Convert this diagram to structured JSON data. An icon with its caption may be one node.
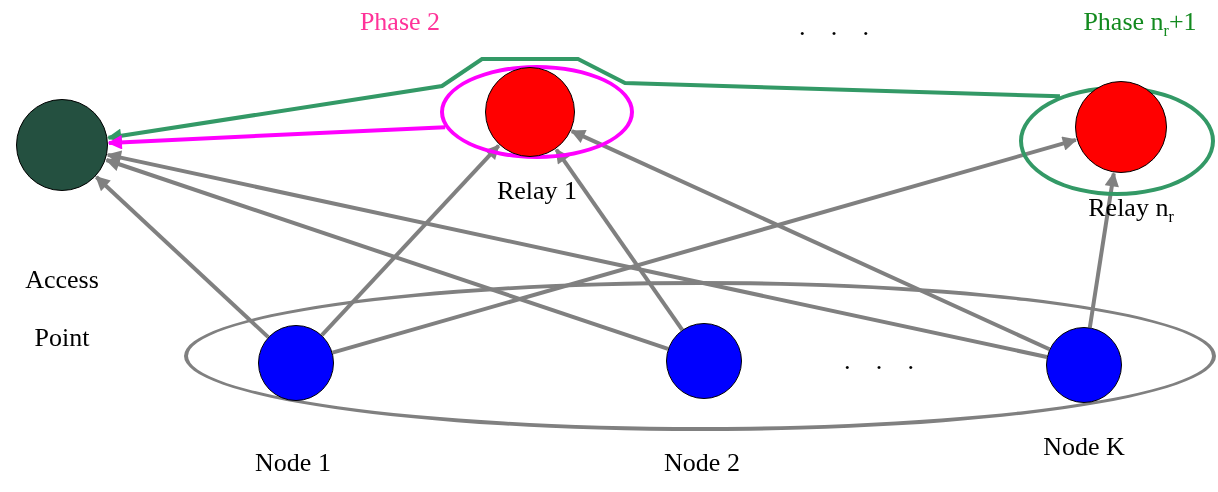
{
  "diagram": {
    "nodes": [
      {
        "text": [],
        "shape": "circle",
        "beside": [
          "Access Point"
        ]
      },
      {
        "text": [
          "Phase 2"
        ]
      },
      {
        "text": [],
        "shape": "circle",
        "in": 1,
        "beside": [
          "Relay 1"
        ]
      },
      {
        "text": [
          "Phase n$_{r}$+1"
        ]
      },
      {
        "text": [],
        "shape": "circle",
        "in": 3,
        "beside": [
          "Relay n$_{r}$"
        ]
      },
      {
        "text": [],
        "shape": "ellipse"
      },
      {
        "text": [],
        "shape": "circle",
        "in": 5,
        "beside": [
          "Node 1"
        ]
      },
      {
        "text": [],
        "shape": "circle",
        "in": 5,
        "beside": [
          "Node 2"
        ]
      },
      {
        "text": [],
        "shape": "circle",
        "in": 5,
        "beside": [
          "Node K"
        ]
      }
    ],
    "edges": [
      {
        "from": 3,
        "to": 0,
        "arrow": "to",
        "color": "#339966"
      },
      {
        "from": 1,
        "to": 0,
        "arrow": "to",
        "color": "#ff00ff"
      },
      {
        "from": 6,
        "to": 0,
        "arrow": "to"
      },
      {
        "from": 6,
        "to": 2,
        "arrow": "to"
      },
      {
        "from": 6,
        "to": 4,
        "arrow": "to"
      },
      {
        "from": 7,
        "to": 0,
        "arrow": "to"
      },
      {
        "from": 7,
        "to": 2,
        "arrow": "to"
      },
      {
        "from": 8,
        "to": 0,
        "arrow": "to"
      },
      {
        "from": 8,
        "to": 2,
        "arrow": "to"
      },
      {
        "from": 8,
        "to": 4,
        "arrow": "to"
      }
    ],
    "labels": [
      "• • •",
      "• • •"
    ]
  }
}
